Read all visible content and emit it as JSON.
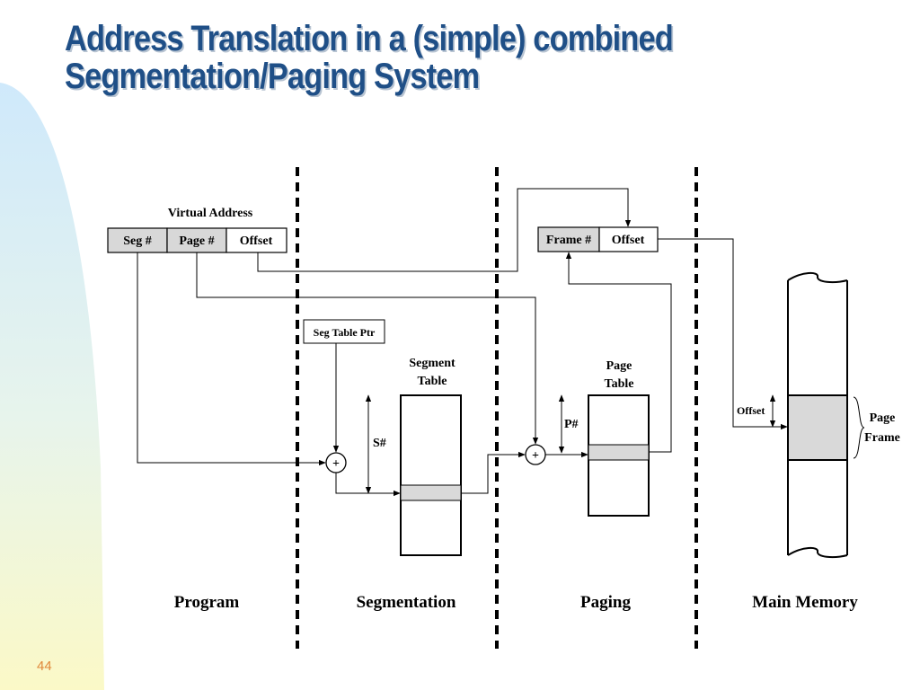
{
  "slide": {
    "title_line1": "Address Translation in a (simple) combined",
    "title_line2": "Segmentation/Paging System",
    "slide_number": "44"
  },
  "diagram": {
    "virtual_address": {
      "caption": "Virtual Address",
      "fields": [
        "Seg #",
        "Page #",
        "Offset"
      ]
    },
    "physical_address": {
      "fields": [
        "Frame #",
        "Offset"
      ]
    },
    "seg_table_ptr": "Seg Table Ptr",
    "segment_table": {
      "title_line1": "Segment",
      "title_line2": "Table",
      "index_label": "S#"
    },
    "page_table": {
      "title_line1": "Page",
      "title_line2": "Table",
      "index_label": "P#"
    },
    "adder_symbol": "+",
    "main_memory": {
      "offset_label": "Offset",
      "frame_label_line1": "Page",
      "frame_label_line2": "Frame"
    },
    "sections": [
      "Program",
      "Segmentation",
      "Paging",
      "Main Memory"
    ]
  },
  "colors": {
    "title": "#1f4f87",
    "title_shadow": "#b8c4d2",
    "field_fill": "#d8d8d8",
    "highlight_fill": "#d9d9d9",
    "slide_number": "#e0883a",
    "background_gradient_top": "#cfe9fb",
    "background_gradient_bottom": "#fbf9c7"
  }
}
